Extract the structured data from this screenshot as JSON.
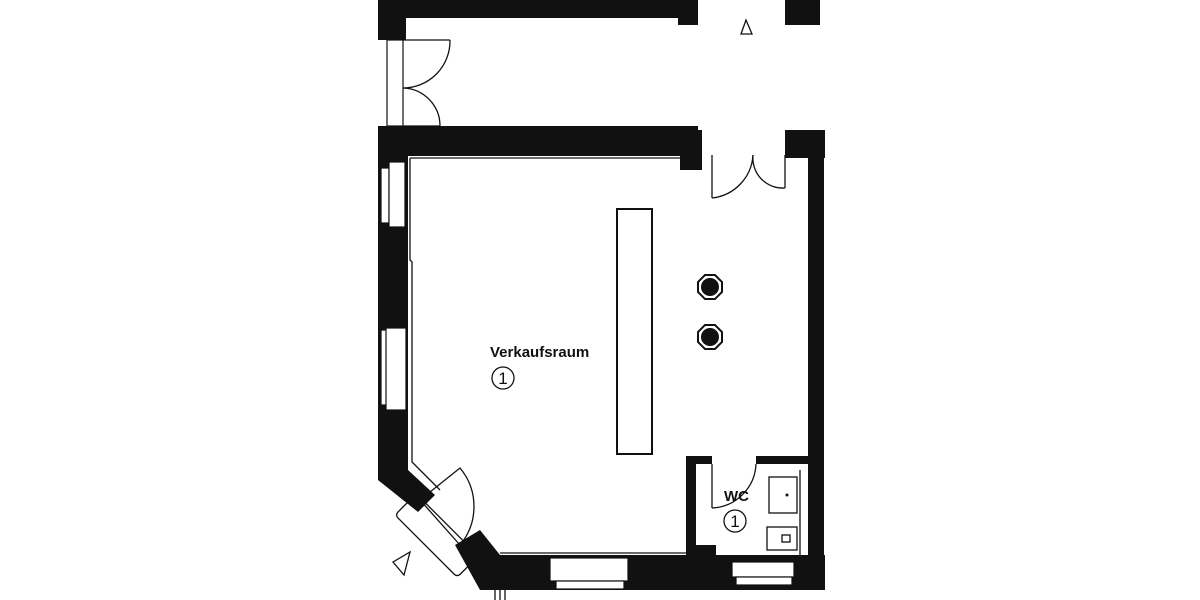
{
  "plan": {
    "rooms": [
      {
        "name": "Verkaufsraum",
        "number": "1"
      },
      {
        "name": "WC",
        "number": "1"
      }
    ],
    "symbols": {
      "entrance_markers": [
        "triangle-top",
        "triangle-bottom-left"
      ],
      "columns": 2,
      "counter": 1
    },
    "colors": {
      "wall": "#111111",
      "background": "#ffffff"
    }
  }
}
